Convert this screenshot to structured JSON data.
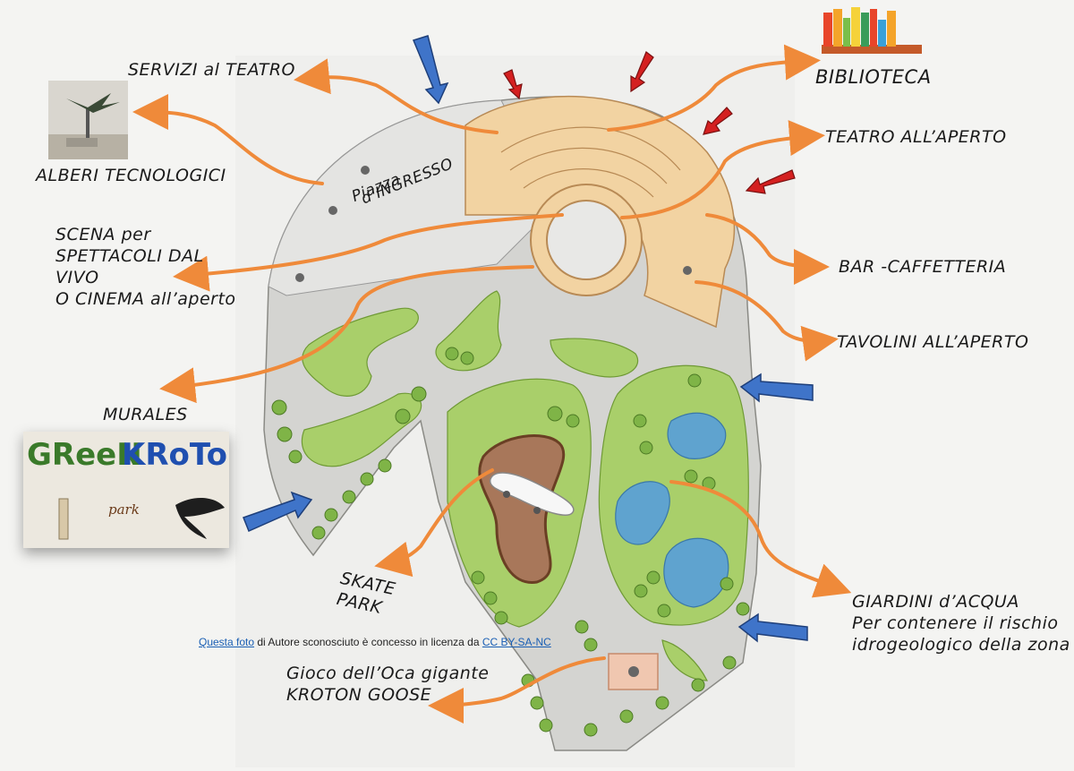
{
  "labels": {
    "servizi": "SERVIZI al TEATRO",
    "alberi": "ALBERI TECNOLOGICI",
    "scena_1": "SCENA per",
    "scena_2": "SPETTACOLI DAL",
    "scena_3": "VIVO",
    "scena_4": "O CINEMA all’aperto",
    "murales": "MURALES",
    "skate_1": "SKATE",
    "skate_2": "PARK",
    "gioco_1": "Gioco dell’Oca gigante",
    "gioco_2": "KROTON GOOSE",
    "biblioteca": "BIBLIOTECA",
    "teatro": "TEATRO ALL’APERTO",
    "bar": "BAR -CAFFETTERIA",
    "tavolini": "TAVOLINI ALL’APERTO",
    "giardini_1": "GIARDINI d’ACQUA",
    "giardini_2": "Per contenere il rischio",
    "giardini_3": "idrogeologico della zona",
    "piazza_1": "Piazza",
    "piazza_2": "d’INGRESSO"
  },
  "murales_image": {
    "word_1": "GReeN",
    "word_2": "KRoToN",
    "word_3": "park"
  },
  "credit": {
    "link_photo": "Questa foto",
    "middle": " di Autore sconosciuto è concesso in licenza da ",
    "link_license": "CC BY-SA-NC"
  },
  "colors": {
    "arrow_orange": "#ef8a3a",
    "entrance_blue": "#3f74c9",
    "access_red": "#d42020",
    "theatre": "#f2d3a2",
    "green": "#9cc85a",
    "water": "#5fa3cf"
  }
}
